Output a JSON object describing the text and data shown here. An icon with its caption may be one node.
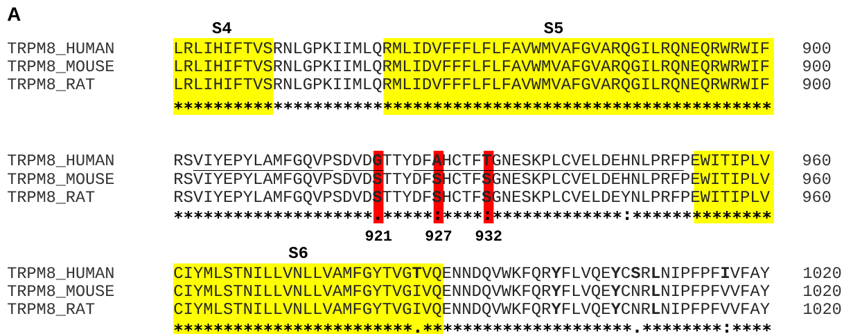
{
  "diagram": {
    "labels": [
      "A",
      "S4",
      "S5",
      "TRPM8_HUMAN",
      "LRLIHIFTVSRNLGPKIIMLQRMLIDVFFFLFLFAVWMVAFGVARQGILRQNEQRWRWIF",
      "900",
      "TRPM8_MOUSE",
      "LRLIHIFTVSRNLGPKIIMLQRMLIDVFFFLFLFAVWMVAFGVARQGILRQNEQRWRWIF",
      "900",
      "TRPM8_RAT",
      "LRLIHIFTVSRNLGPKIIMLQRMLIDVFFFLFLFAVWMVAFGVARQGILRQNEQRWRWIF",
      "900",
      "∗∗∗∗∗∗∗∗∗∗∗∗∗∗∗∗∗∗∗∗∗∗∗∗∗∗∗∗∗∗∗∗∗∗∗∗∗∗∗∗∗∗∗∗∗∗∗∗∗∗∗∗∗∗∗∗∗∗∗∗",
      "TRPM8_HUMAN",
      "RSVIYEPYLAMFGQVPSDVD**G**TTYDF**A**HCTF**T**GNESKPLCVELDEHNLPRFPEWITIPLV",
      "960",
      "TRPM8_MOUSE",
      "RSVIYEPYLAMFGQVPSDVD**S**TTYDF**S**HCTF**S**GNESKPLCVELDEHNLPRFPEWITIPLV",
      "960",
      "TRPM8_RAT",
      "RSVIYEPYLAMFGQVPSDVD**S**TTYDF**S**HCTF**S**GNESKPLCVELDEYNLPRFPEWITIPLV",
      "960",
      "∗∗∗∗∗∗∗∗∗∗∗∗∗∗∗∗∗∗∗∗.∗∗∗∗∗:∗∗∗∗:∗∗∗∗∗∗∗∗∗∗∗∗∗:∗∗∗∗∗∗∗∗∗∗∗∗∗∗",
      "921",
      "927",
      "932",
      "S6",
      "TRPM8_HUMAN",
      "CIYMLSTNILLVNLLVAMFGYTVG**T**VQENNDQVWKFQR**Y**FLVQE**Y**C**S**R**L**NIPFPF**I**VFAY",
      "1020",
      "TRPM8_MOUSE",
      "CIYMLSTNILLVNLLVAMFGYTVGIVQENNDQVWKFQR**Y**FLVQE**Y**CNR**L**NIPFPFVVFAY",
      "1020",
      "TRPM8_RAT",
      "CIYMLSTNILLVNLLVAMFGYTVGIVQENNDQVWKFQR**Y**FLVQE**Y**CNR**L**NIPFPFVVFAY",
      "1020",
      "∗∗∗∗∗∗∗∗∗∗∗∗∗∗∗∗∗∗∗∗∗∗∗∗.∗∗∗∗∗∗∗∗∗∗∗∗∗∗∗∗∗∗∗∗∗.∗∗∗∗∗∗∗∗:∗∗∗∗"
    ]
  }
}
